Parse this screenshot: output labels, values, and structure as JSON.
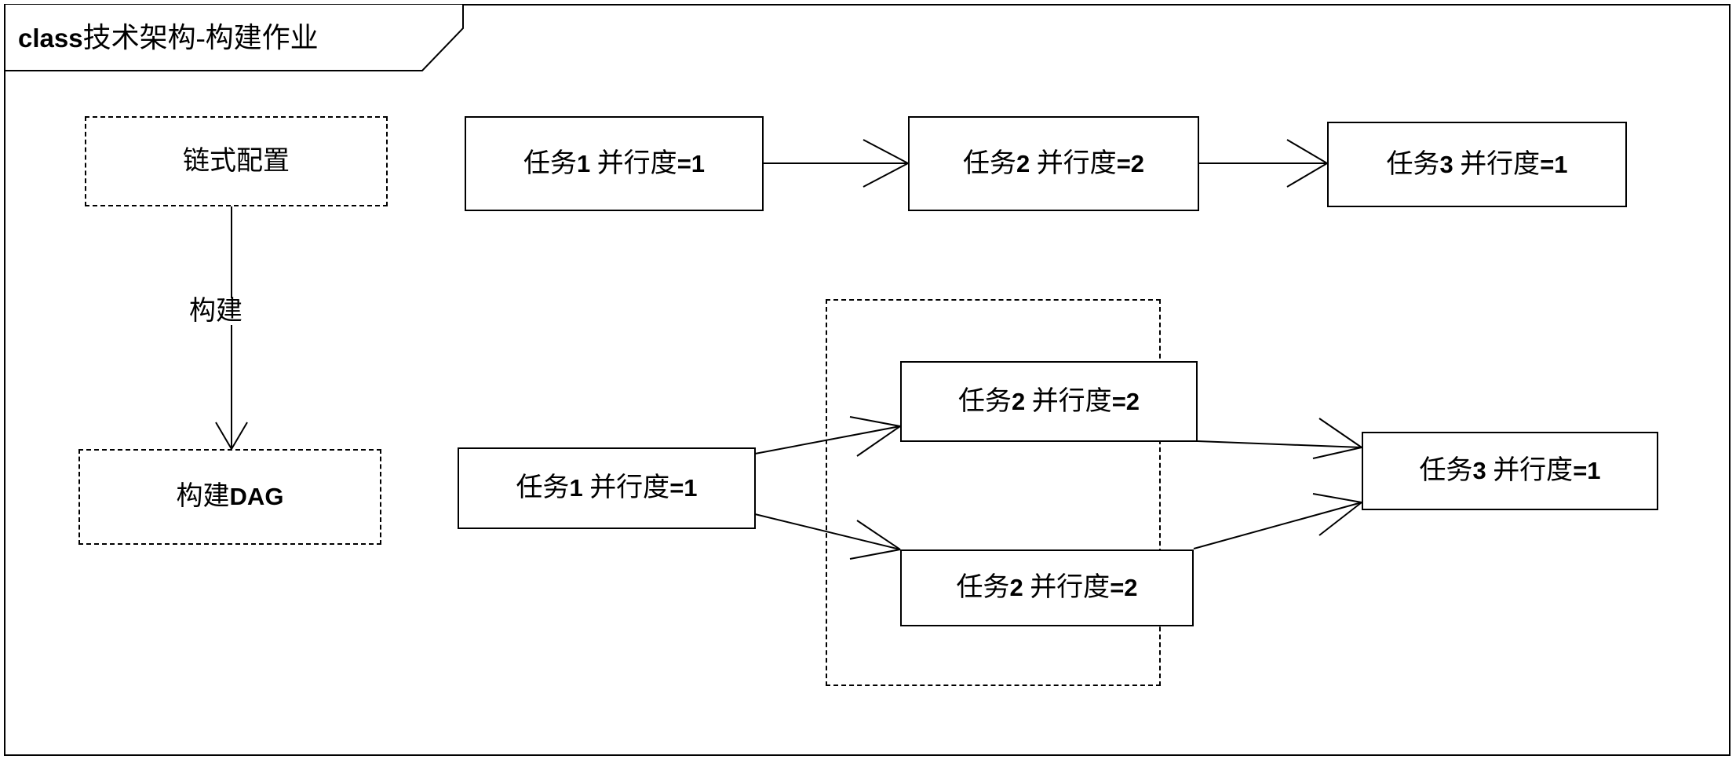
{
  "diagram": {
    "kind": "uml-class-frame",
    "title": {
      "keyword": "class",
      "name": "技术架构-构建作业",
      "full": "class技术架构-构建作业"
    },
    "stroke_color": "#000000",
    "background_color": "#ffffff"
  },
  "left_column": {
    "nodes": [
      {
        "id": "chain-config",
        "label": "链式配置",
        "border": "dashed"
      },
      {
        "id": "build-dag",
        "label": "构建DAG",
        "border": "dashed"
      }
    ],
    "edge_label": "构建"
  },
  "chain_flow": {
    "caption": "链式配置",
    "nodes": [
      {
        "id": "chain-task-1",
        "label": "任务1  并行度=1",
        "task": "任务1",
        "parallelism_text": "并行度=1",
        "parallelism": 1,
        "border": "solid"
      },
      {
        "id": "chain-task-2",
        "label": "任务2  并行度=2",
        "task": "任务2",
        "parallelism_text": "并行度=2",
        "parallelism": 2,
        "border": "solid"
      },
      {
        "id": "chain-task-3",
        "label": "任务3  并行度=1",
        "task": "任务3",
        "parallelism_text": "并行度=1",
        "parallelism": 1,
        "border": "solid"
      }
    ],
    "edges": [
      {
        "from": "chain-task-1",
        "to": "chain-task-2"
      },
      {
        "from": "chain-task-2",
        "to": "chain-task-3"
      }
    ]
  },
  "dag_flow": {
    "caption": "构建DAG",
    "source": {
      "id": "dag-task-1",
      "label": "任务1  并行度=1",
      "task": "任务1",
      "parallelism_text": "并行度=1",
      "parallelism": 1,
      "border": "solid"
    },
    "group": {
      "id": "dag-parallel-group",
      "border": "dashed",
      "label": ""
    },
    "parallel_instances": [
      {
        "id": "dag-task-2-a",
        "label": "任务2  并行度=2",
        "task": "任务2",
        "parallelism_text": "并行度=2",
        "parallelism": 2,
        "border": "solid"
      },
      {
        "id": "dag-task-2-b",
        "label": "任务2  并行度=2",
        "task": "任务2",
        "parallelism_text": "并行度=2",
        "parallelism": 2,
        "border": "solid"
      }
    ],
    "sink": {
      "id": "dag-task-3",
      "label": "任务3 并行度=1",
      "task": "任务3",
      "parallelism_text": "并行度=1",
      "parallelism": 1,
      "border": "solid"
    },
    "edges": [
      {
        "from": "dag-task-1",
        "to": "dag-task-2-a"
      },
      {
        "from": "dag-task-1",
        "to": "dag-task-2-b"
      },
      {
        "from": "dag-task-2-a",
        "to": "dag-task-3"
      },
      {
        "from": "dag-task-2-b",
        "to": "dag-task-3"
      }
    ]
  }
}
